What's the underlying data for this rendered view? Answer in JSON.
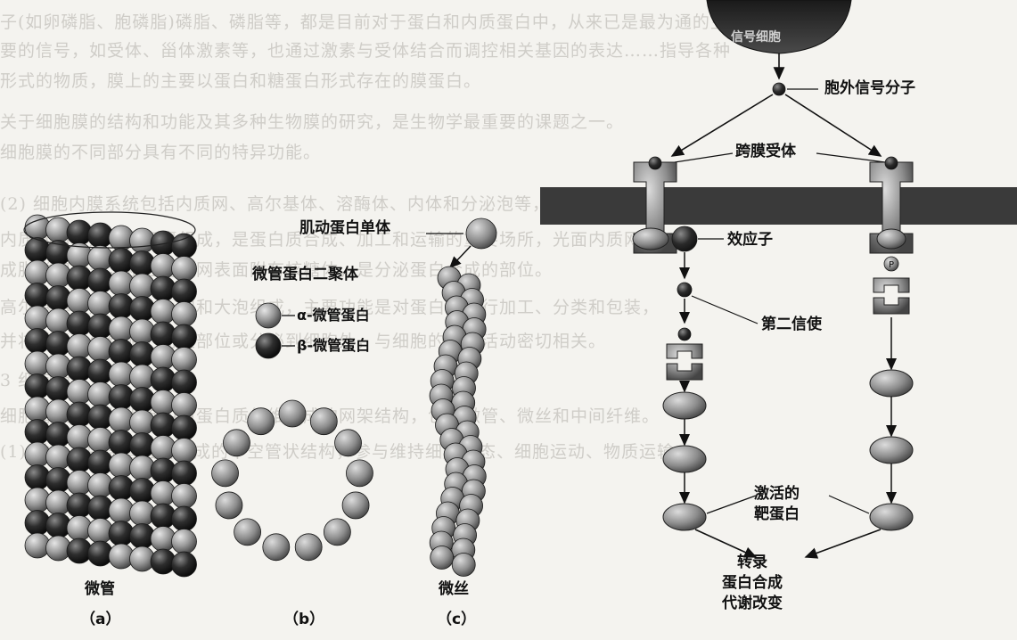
{
  "background_text": [
    "子(如卵磷脂、胞磷脂)磷脂、磷脂等，都是目前对于蛋白和内质蛋白中，从来已是最为通的主",
    "要的信号，如受体、甾体激素等，也通过激素与受体结合而调控相关基因的表达……指导各种",
    "形式的物质，膜上的主要以蛋白和糖蛋白形式存在的膜蛋白。",
    "  关于细胞膜的结构和功能及其多种生物膜的研究，是生物学最重要的课题之一。",
    "细胞膜的不同部分具有不同的特异功能。",
    "  (2) 细胞内膜系统包括内质网、高尔基体、溶酶体、内体和分泌泡等，",
    "内质网由管道和扁平囊组成，是蛋白质合成、加工和运输的重要场所，光面内质网合",
    "成脂类和糖类，粗面内质网表面附有核糖体，是分泌蛋白合成的部位。",
    "  高尔基体由扁平囊、小泡和大泡组成，主要功能是对蛋白质进行加工、分类和包装，",
    "并将其运送到细胞的特定部位或分泌到细胞外，与细胞的分泌活动密切相关。",
    "  3 细胞骨架",
    "  细胞骨架是真核细胞中由蛋白质纤维组成的网架结构，包括微管、微丝和中间纤维。",
    "  (1) 微管：由微管蛋白组成的中空管状结构，参与维持细胞形态、细胞运动、物质运输。"
  ],
  "cytoskeleton": {
    "microtubule_label": "微管",
    "panel_a": "（a）",
    "panel_b": "（b）",
    "panel_c": "（c）",
    "dimer_title": "微管蛋白二聚体",
    "alpha_label": "α-微管蛋白",
    "beta_label": "β-微管蛋白",
    "actin_monomer_label": "肌动蛋白单体",
    "microfilament_label": "微丝"
  },
  "signaling": {
    "source_label": "信号细胞",
    "signal_molecule": "胞外信号分子",
    "receptor": "跨膜受体",
    "effector": "效应子",
    "phospho": "P",
    "second_messenger": "第二信使",
    "activated_target": "激活的\n靶蛋白",
    "outcome": "转录\n蛋白合成\n代谢改变"
  },
  "colors": {
    "alpha_subunit": "#9a9a9a",
    "beta_subunit": "#2e2e2e",
    "membrane": "#3a3a3a",
    "protein_fill": "#8c8c8c"
  }
}
